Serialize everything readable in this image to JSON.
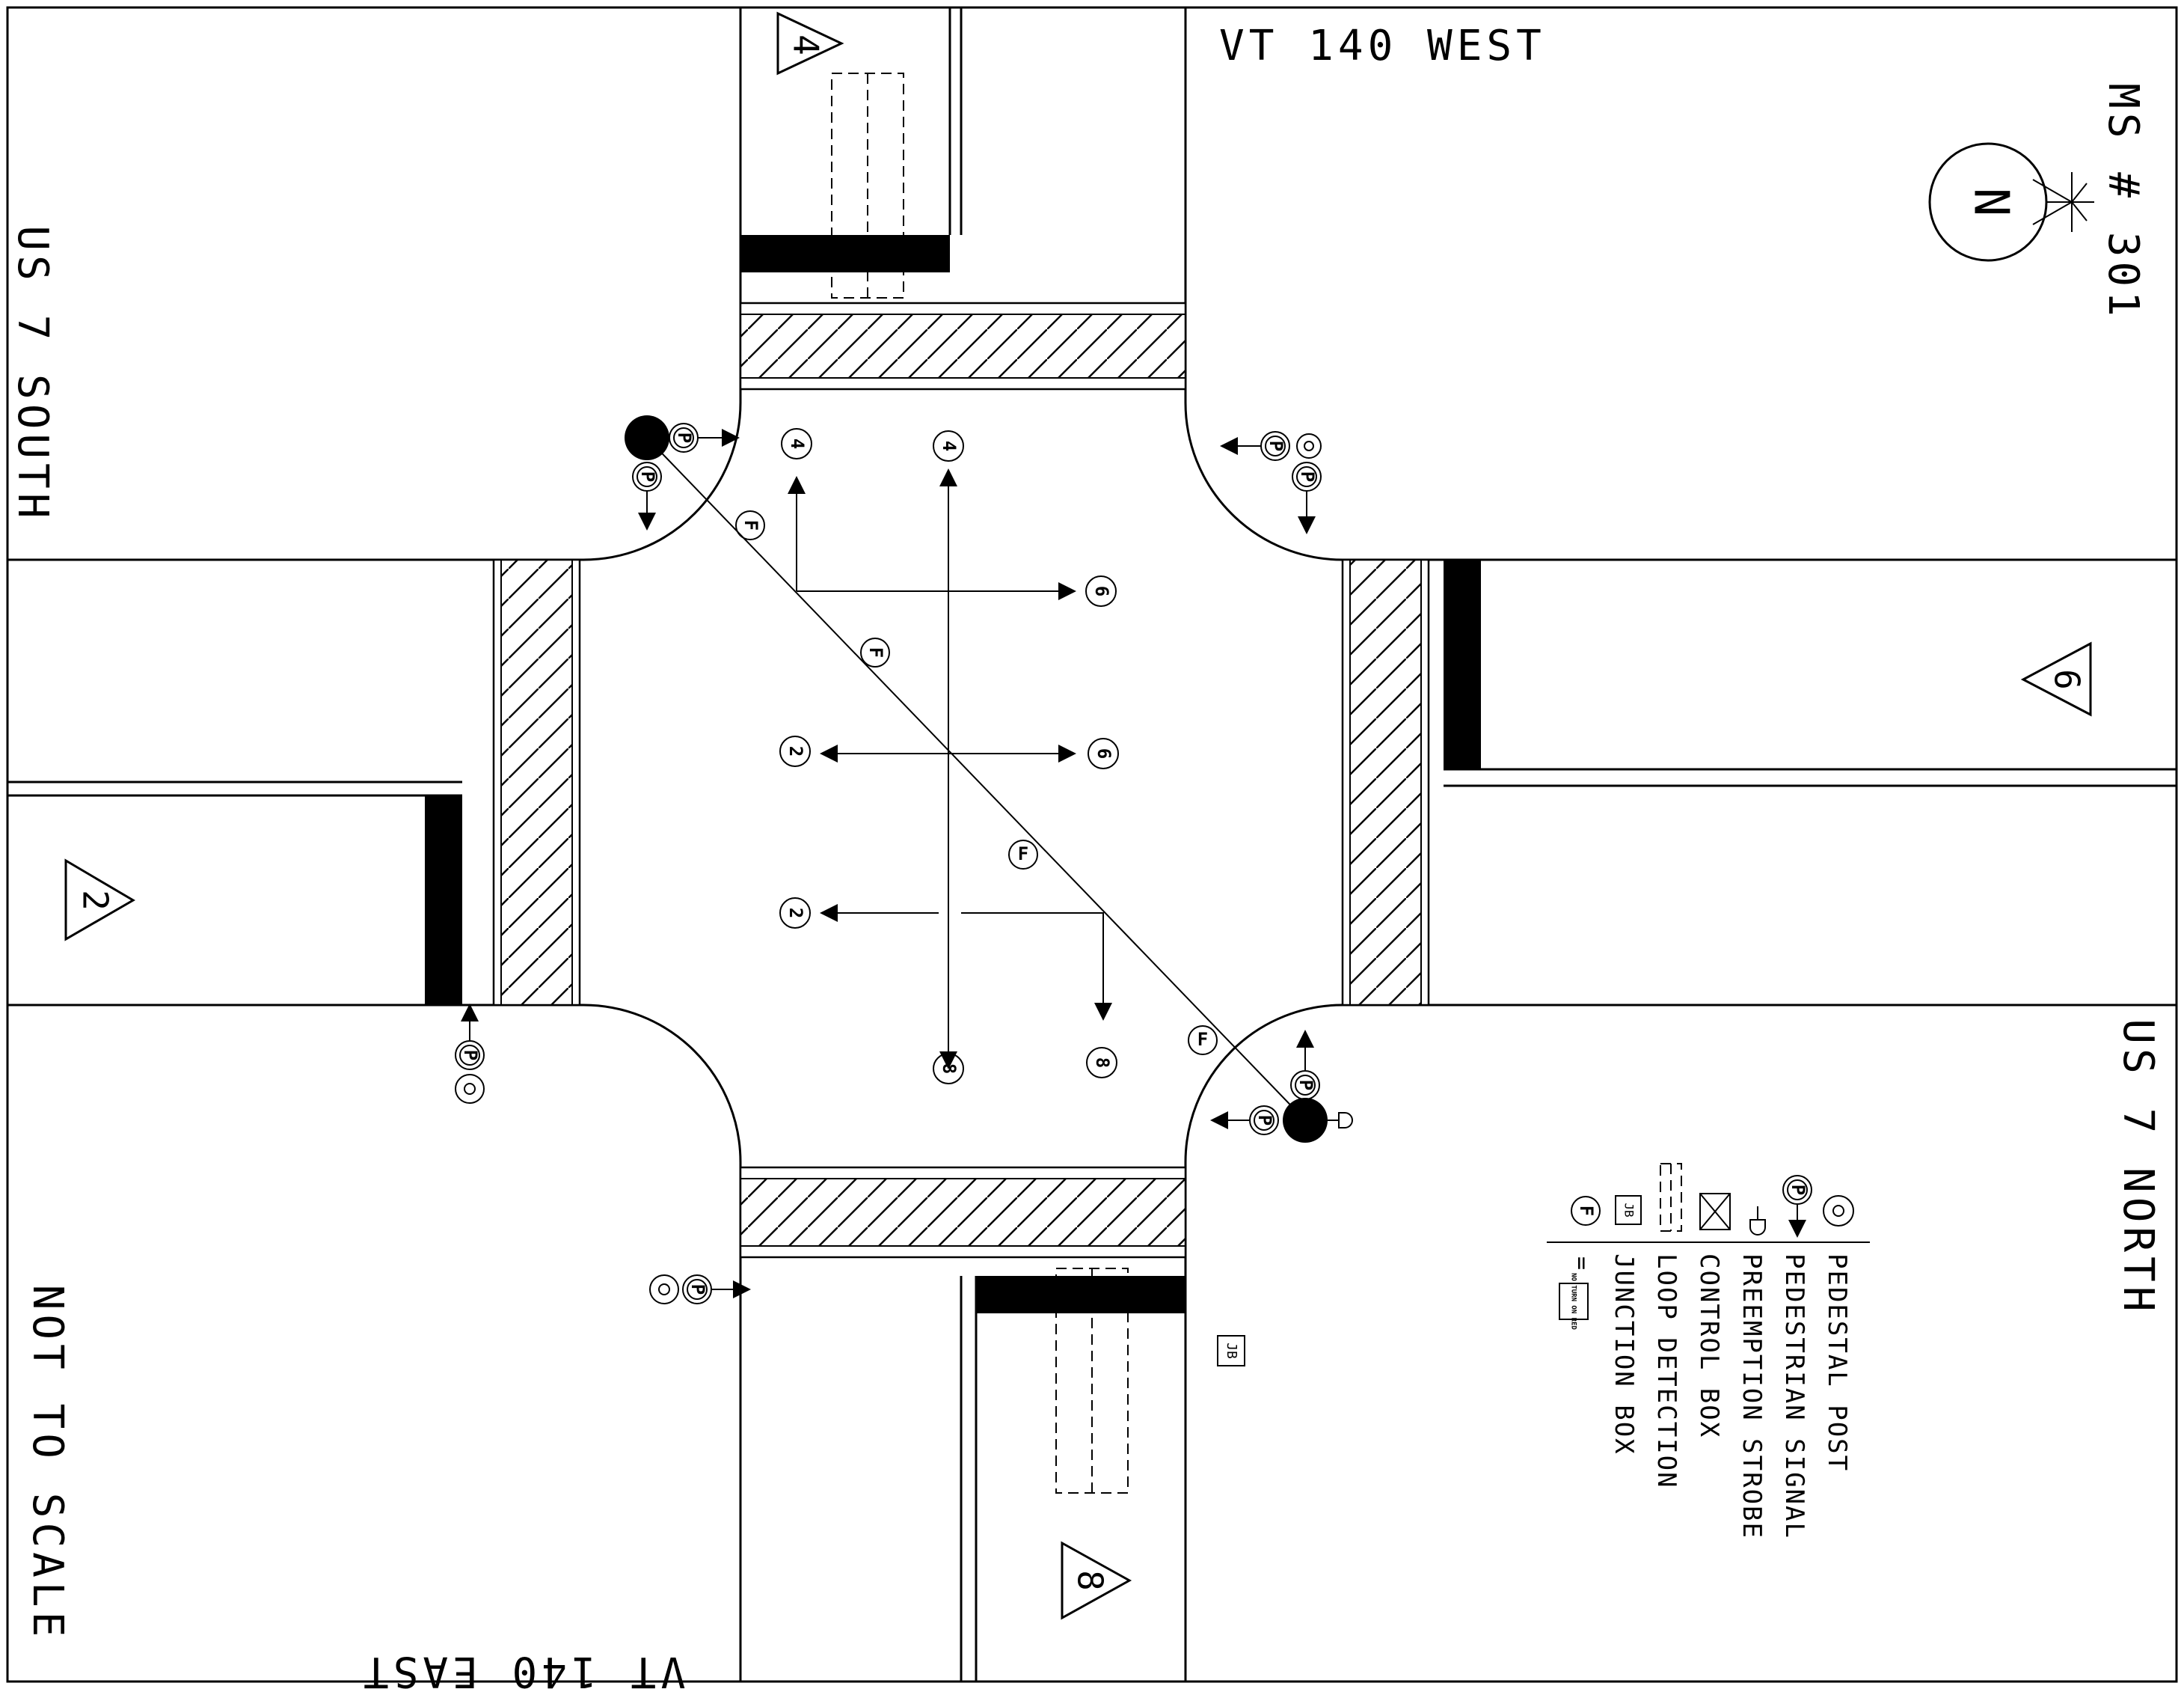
{
  "title": "MS # 301",
  "roads": {
    "north": "VT 140 WEST",
    "south": "VT 140 EAST",
    "west": "US 7 SOUTH",
    "east": "US 7 NORTH"
  },
  "scale_note": "NOT TO SCALE",
  "north_arrow": "N",
  "phases": {
    "p4": "4",
    "p6": "6",
    "p2": "2",
    "p8": "8"
  },
  "symbols": {
    "ped": "P",
    "preempt": "F",
    "jb": "JB",
    "no_turn_on_red": "NO TURN ON RED",
    "equals": "="
  },
  "legend": {
    "pedestal_post": "PEDESTAL POST",
    "pedestrian_signal": "PEDESTRIAN SIGNAL",
    "preemption_strobe": "PREEMPTION STROBE",
    "control_box": "CONTROL BOX",
    "loop_detection": "LOOP DETECTION",
    "junction_box": "JUNCTION BOX"
  }
}
